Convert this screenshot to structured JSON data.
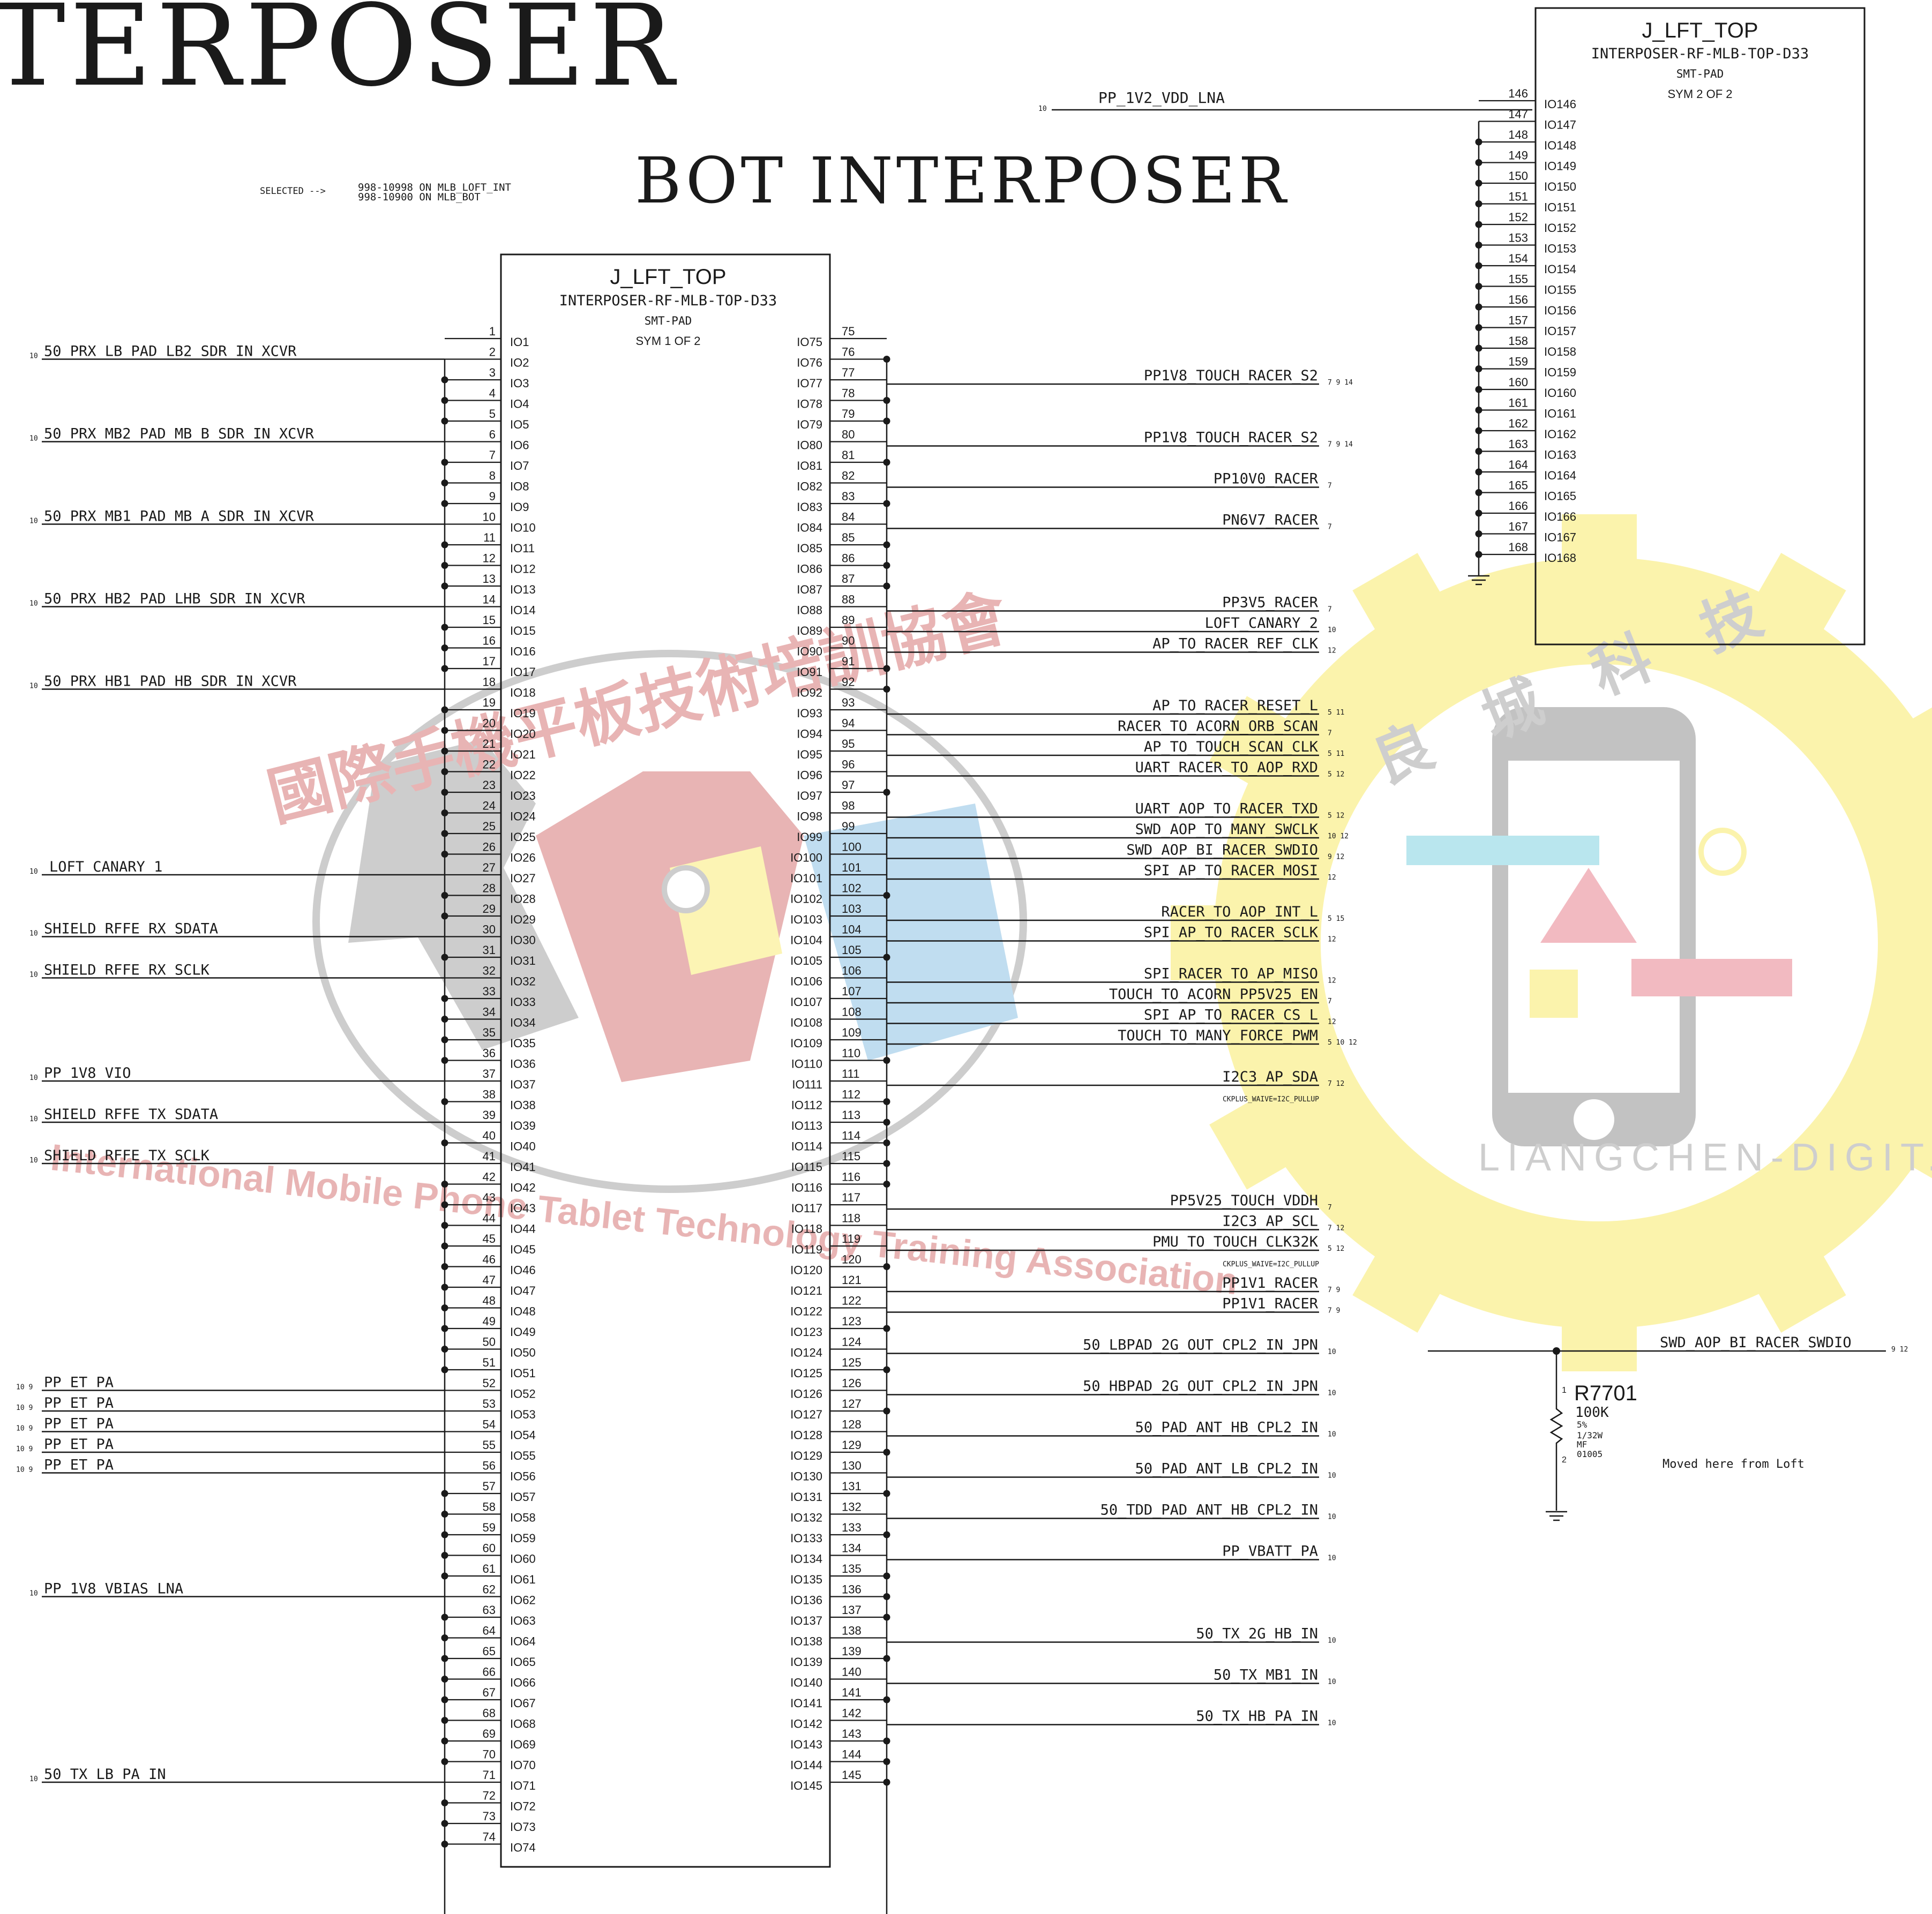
{
  "partial_title": "TERPOSER",
  "main_title": "BOT INTERPOSER",
  "selected_label": "SELECTED -->",
  "selected_opts": [
    "998-10998 ON MLB_LOFT_INT",
    "998-10900 ON MLB_BOT"
  ],
  "sym1": {
    "name": "J_LFT_TOP",
    "part": "INTERPOSER-RF-MLB-TOP-D33",
    "pkg": "SMT-PAD",
    "sym": "SYM 1 OF 2"
  },
  "sym2": {
    "name": "J_LFT_TOP",
    "part": "INTERPOSER-RF-MLB-TOP-D33",
    "pkg": "SMT-PAD",
    "sym": "SYM 2 OF 2"
  },
  "left_nets": [
    {
      "pin": 2,
      "name": "50_PRX_LB_PAD_LB2_SDR_IN_XCVR",
      "ref": "10"
    },
    {
      "pin": 6,
      "name": "50_PRX_MB2_PAD_MB_B_SDR_IN_XCVR",
      "ref": "10"
    },
    {
      "pin": 10,
      "name": "50_PRX_MB1_PAD_MB_A_SDR_IN_XCVR",
      "ref": "10"
    },
    {
      "pin": 14,
      "name": "50_PRX_HB2_PAD_LHB_SDR_IN_XCVR",
      "ref": "10"
    },
    {
      "pin": 18,
      "name": "50_PRX_HB1_PAD_HB_SDR_IN_XCVR",
      "ref": "10"
    },
    {
      "pin": 27,
      "name": "LOFT_CANARY_1",
      "ref": "10"
    },
    {
      "pin": 30,
      "name": "SHIELD_RFFE_RX_SDATA",
      "ref": "10"
    },
    {
      "pin": 32,
      "name": "SHIELD_RFFE_RX_SCLK",
      "ref": "10"
    },
    {
      "pin": 37,
      "name": "PP_1V8_VIO",
      "ref": "10"
    },
    {
      "pin": 39,
      "name": "SHIELD_RFFE_TX_SDATA",
      "ref": "10"
    },
    {
      "pin": 41,
      "name": "SHIELD_RFFE_TX_SCLK",
      "ref": "10"
    },
    {
      "pin": 52,
      "name": "PP_ET_PA",
      "ref": "10 9"
    },
    {
      "pin": 53,
      "name": "PP_ET_PA",
      "ref": "10 9"
    },
    {
      "pin": 54,
      "name": "PP_ET_PA",
      "ref": "10 9"
    },
    {
      "pin": 55,
      "name": "PP_ET_PA",
      "ref": "10 9"
    },
    {
      "pin": 56,
      "name": "PP_ET_PA",
      "ref": "10 9"
    },
    {
      "pin": 62,
      "name": "PP_1V8_VBIAS_LNA",
      "ref": "10"
    },
    {
      "pin": 71,
      "name": "50_TX_LB_PA_IN",
      "ref": "10"
    }
  ],
  "right_nets": [
    {
      "pin": 77,
      "name": "PP1V8_TOUCH_RACER_S2",
      "ref": "7 9 14"
    },
    {
      "pin": 80,
      "name": "PP1V8_TOUCH_RACER_S2",
      "ref": "7 9 14"
    },
    {
      "pin": 82,
      "name": "PP10V0_RACER",
      "ref": "7"
    },
    {
      "pin": 84,
      "name": "PN6V7_RACER",
      "ref": "7"
    },
    {
      "pin": 88,
      "name": "PP3V5_RACER",
      "ref": "7"
    },
    {
      "pin": 89,
      "name": "LOFT_CANARY_2",
      "ref": "10"
    },
    {
      "pin": 90,
      "name": "AP_TO_RACER_REF_CLK",
      "ref": "12"
    },
    {
      "pin": 93,
      "name": "AP_TO_RACER_RESET_L",
      "ref": "5 11"
    },
    {
      "pin": 94,
      "name": "RACER_TO_ACORN_ORB_SCAN",
      "ref": "7"
    },
    {
      "pin": 95,
      "name": "AP_TO_TOUCH_SCAN_CLK",
      "ref": "5 11"
    },
    {
      "pin": 96,
      "name": "UART_RACER_TO_AOP_RXD",
      "ref": "5 12"
    },
    {
      "pin": 98,
      "name": "UART_AOP_TO_RACER_TXD",
      "ref": "5 12"
    },
    {
      "pin": 99,
      "name": "SWD_AOP_TO_MANY_SWCLK",
      "ref": "10 12"
    },
    {
      "pin": 100,
      "name": "SWD_AOP_BI_RACER_SWDIO",
      "ref": "9 12"
    },
    {
      "pin": 101,
      "name": "SPI_AP_TO_RACER_MOSI",
      "ref": "12"
    },
    {
      "pin": 103,
      "name": "RACER_TO_AOP_INT_L",
      "ref": "5 15"
    },
    {
      "pin": 104,
      "name": "SPI_AP_TO_RACER_SCLK",
      "ref": "12"
    },
    {
      "pin": 106,
      "name": "SPI_RACER_TO_AP_MISO",
      "ref": "12"
    },
    {
      "pin": 107,
      "name": "TOUCH_TO_ACORN_PP5V25_EN",
      "ref": "7"
    },
    {
      "pin": 108,
      "name": "SPI_AP_TO_RACER_CS_L",
      "ref": "12"
    },
    {
      "pin": 109,
      "name": "TOUCH_TO_MANY_FORCE_PWM",
      "ref": "5 10 12"
    },
    {
      "pin": 111,
      "name": "I2C3_AP_SDA",
      "ref": "7 12"
    },
    {
      "pin": 117,
      "name": "PP5V25_TOUCH_VDDH",
      "ref": "7"
    },
    {
      "pin": 118,
      "name": "I2C3_AP_SCL",
      "ref": "7 12"
    },
    {
      "pin": 119,
      "name": "PMU_TO_TOUCH_CLK32K",
      "ref": "5 12"
    },
    {
      "pin": 121,
      "name": "PP1V1_RACER",
      "ref": "7 9"
    },
    {
      "pin": 122,
      "name": "PP1V1_RACER",
      "ref": "7 9"
    },
    {
      "pin": 124,
      "name": "50_LBPAD_2G_OUT_CPL2_IN_JPN",
      "ref": "10"
    },
    {
      "pin": 126,
      "name": "50_HBPAD_2G_OUT_CPL2_IN_JPN",
      "ref": "10"
    },
    {
      "pin": 128,
      "name": "50_PAD_ANT_HB_CPL2_IN",
      "ref": "10"
    },
    {
      "pin": 130,
      "name": "50_PAD_ANT_LB_CPL2_IN",
      "ref": "10"
    },
    {
      "pin": 132,
      "name": "50_TDD_PAD_ANT_HB_CPL2_IN",
      "ref": "10"
    },
    {
      "pin": 134,
      "name": "PP_VBATT_PA",
      "ref": "10"
    },
    {
      "pin": 138,
      "name": "50_TX_2G_HB_IN",
      "ref": "10"
    },
    {
      "pin": 140,
      "name": "50_TX_MB1_IN",
      "ref": "10"
    },
    {
      "pin": 142,
      "name": "50_TX_HB_PA_IN",
      "ref": "10"
    }
  ],
  "waive_notes": [
    {
      "pin": 111,
      "text": "CKPLUS_WAIVE=I2C_PULLUP"
    },
    {
      "pin": 119,
      "text": "CKPLUS_WAIVE=I2C_PULLUP"
    }
  ],
  "sym2_net": {
    "pin": 146,
    "name": "PP_1V2_VDD_LNA",
    "ref": "10"
  },
  "resistor": {
    "ref": "R7701",
    "value": "100K",
    "tol": "5%",
    "power": "1/32W",
    "type": "MF",
    "size": "01005",
    "pin_top": "1",
    "pin_bot": "2",
    "net": "SWD_AOP_BI_RACER_SWDIO",
    "net_ref": "9 12",
    "note": "Moved here from Loft"
  },
  "wm1_cn": "國際手機平板技術培訓協會",
  "wm1_en": "International Mobile Phone Tablet Technology Training Association",
  "wm2_cn": "良城科技",
  "wm2_en": "LIANGCHEN-DIGIT.COM",
  "colors": {
    "ink": "#1a1a1a",
    "wm_red": "#c23a3a",
    "wm_yellow": "#f6e23a",
    "wm_gray": "#7a7a7a"
  }
}
